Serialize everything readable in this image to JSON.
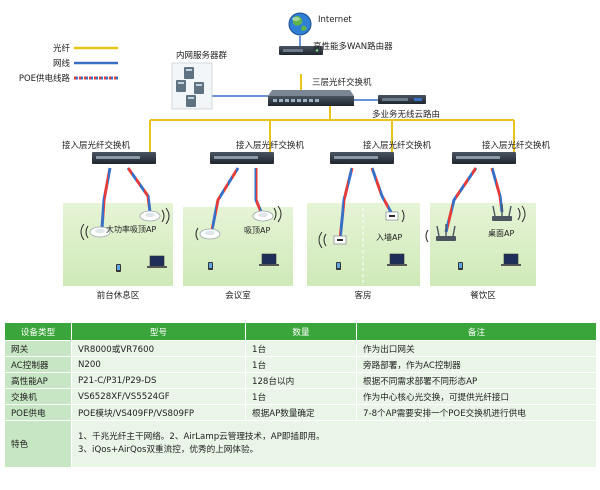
{
  "diagram": {
    "legend": [
      {
        "label": "光纤",
        "color": "#e8c41a"
      },
      {
        "label": "网线",
        "color": "#3a6fc6"
      },
      {
        "label": "POE供电线路",
        "color": "#e23c3c"
      }
    ],
    "internet": "Internet",
    "wan_router": "高性能多WAN路由器",
    "core_switch": "三层光纤交换机",
    "server_group": "内网服务器群",
    "wireless_router": "多业务无线云路由",
    "access_switch": "接入层光纤交换机",
    "ap_high_power": "大功率吸顶AP",
    "ap_ceiling": "吸顶AP",
    "ap_wall": "入墙AP",
    "ap_desktop": "桌面AP",
    "zones": [
      "前台休息区",
      "会议室",
      "客房",
      "餐饮区"
    ]
  },
  "table": {
    "headers": [
      "设备类型",
      "型号",
      "数量",
      "备注"
    ],
    "rows": [
      {
        "type": "网关",
        "model": "VR8000或VR7600",
        "qty": "1台",
        "note": "作为出口网关"
      },
      {
        "type": "AC控制器",
        "model": "N200",
        "qty": "1台",
        "note": "旁路部署，作为AC控制器"
      },
      {
        "type": "高性能AP",
        "model": "P21-C/P31/P29-DS",
        "qty": "128台以内",
        "note": "根据不同需求部署不同形态AP"
      },
      {
        "type": "交换机",
        "model": "VS6528XF/VS5524GF",
        "qty": "1台",
        "note": "作为中心核心光交换，可提供光纤接口"
      },
      {
        "type": "POE供电",
        "model": "POE模块/VS409FP/VS809FP",
        "qty": "根据AP数量确定",
        "note": "7-8个AP需要安排一个POE交换机进行供电"
      }
    ],
    "feature": {
      "type": "特色",
      "lines": [
        "1、千兆光纤主干网络。2、AirLamp云管理技术，AP即插即用。",
        "3、iQos+AirQos双重流控，优秀的上网体验。"
      ]
    }
  }
}
